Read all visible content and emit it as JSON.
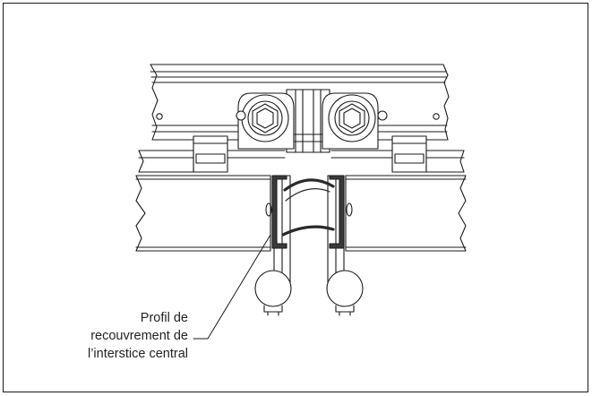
{
  "callout": {
    "line1": "Profil de",
    "line2": "recouvrement de",
    "line3": "l’interstice central"
  },
  "colors": {
    "line": "#1a1a1a",
    "profile_fill": "#3a3a3a",
    "background": "#ffffff"
  }
}
